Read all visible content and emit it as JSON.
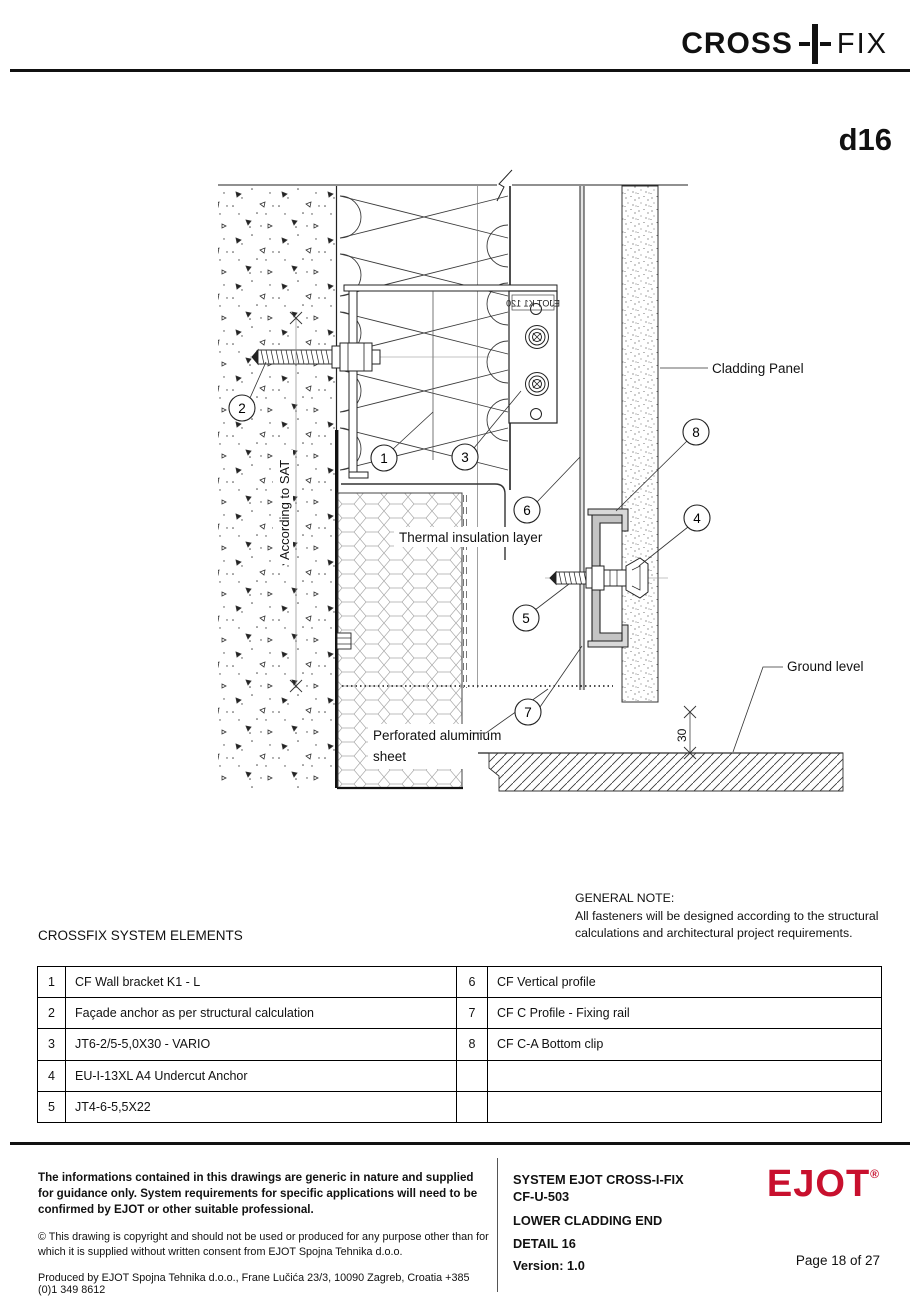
{
  "header": {
    "logo_cross": "CROSS",
    "logo_fix": "FIX"
  },
  "detail_code": "d16",
  "drawing": {
    "labels": {
      "cladding_panel": "Cladding Panel",
      "thermal_insulation": "Thermal insulation layer",
      "ground_level": "Ground level",
      "perforated_line1": "Perforated aluminium",
      "perforated_line2": "sheet",
      "according_sat": "According to SAT",
      "dim_30": "30",
      "bracket_stamp": "EJOT K1 120"
    },
    "callouts": [
      "1",
      "2",
      "3",
      "4",
      "5",
      "6",
      "7",
      "8"
    ]
  },
  "general_note": {
    "title": "GENERAL NOTE:",
    "line1": "All fasteners will be designed according to the structural",
    "line2": "calculations and architectural project requirements."
  },
  "elements": {
    "title": "CROSSFIX SYSTEM ELEMENTS",
    "left_rows": [
      {
        "num": "1",
        "desc": "CF Wall bracket K1 - L"
      },
      {
        "num": "2",
        "desc": "Façade anchor as per structural calculation"
      },
      {
        "num": "3",
        "desc": "JT6-2/5-5,0X30 - VARIO"
      },
      {
        "num": "4",
        "desc": "EU-I-13XL A4 Undercut Anchor"
      },
      {
        "num": "5",
        "desc": "JT4-6-5,5X22"
      }
    ],
    "right_rows": [
      {
        "num": "6",
        "desc": "CF Vertical profile"
      },
      {
        "num": "7",
        "desc": "CF C Profile - Fixing rail"
      },
      {
        "num": "8",
        "desc": "CF C-A  Bottom clip"
      },
      {
        "num": "",
        "desc": ""
      },
      {
        "num": "",
        "desc": ""
      }
    ]
  },
  "footer": {
    "disclaimer": "The informations contained in this drawings are generic in nature and supplied for guidance only. System requirements for specific applications will need to be confirmed by EJOT or other suitable professional.",
    "copyright": "© This drawing is copyright and should not be used or produced for any purpose other than for which it is supplied without written consent from EJOT Spojna Tehnika d.o.o.",
    "produced": "Produced by EJOT Spojna Tehnika d.o.o., Frane Lučića 23/3, 10090 Zagreb, Croatia +385 (0)1 349 8612",
    "system_line1": "SYSTEM EJOT CROSS-I-FIX",
    "system_line2": "CF-U-503",
    "system_line3": "LOWER CLADDING END",
    "system_line4": "DETAIL 16",
    "version": "Version: 1.0",
    "logo": "EJOT",
    "logo_reg": "®",
    "logo_color": "#c8102e",
    "page": "Page 18 of 27"
  }
}
